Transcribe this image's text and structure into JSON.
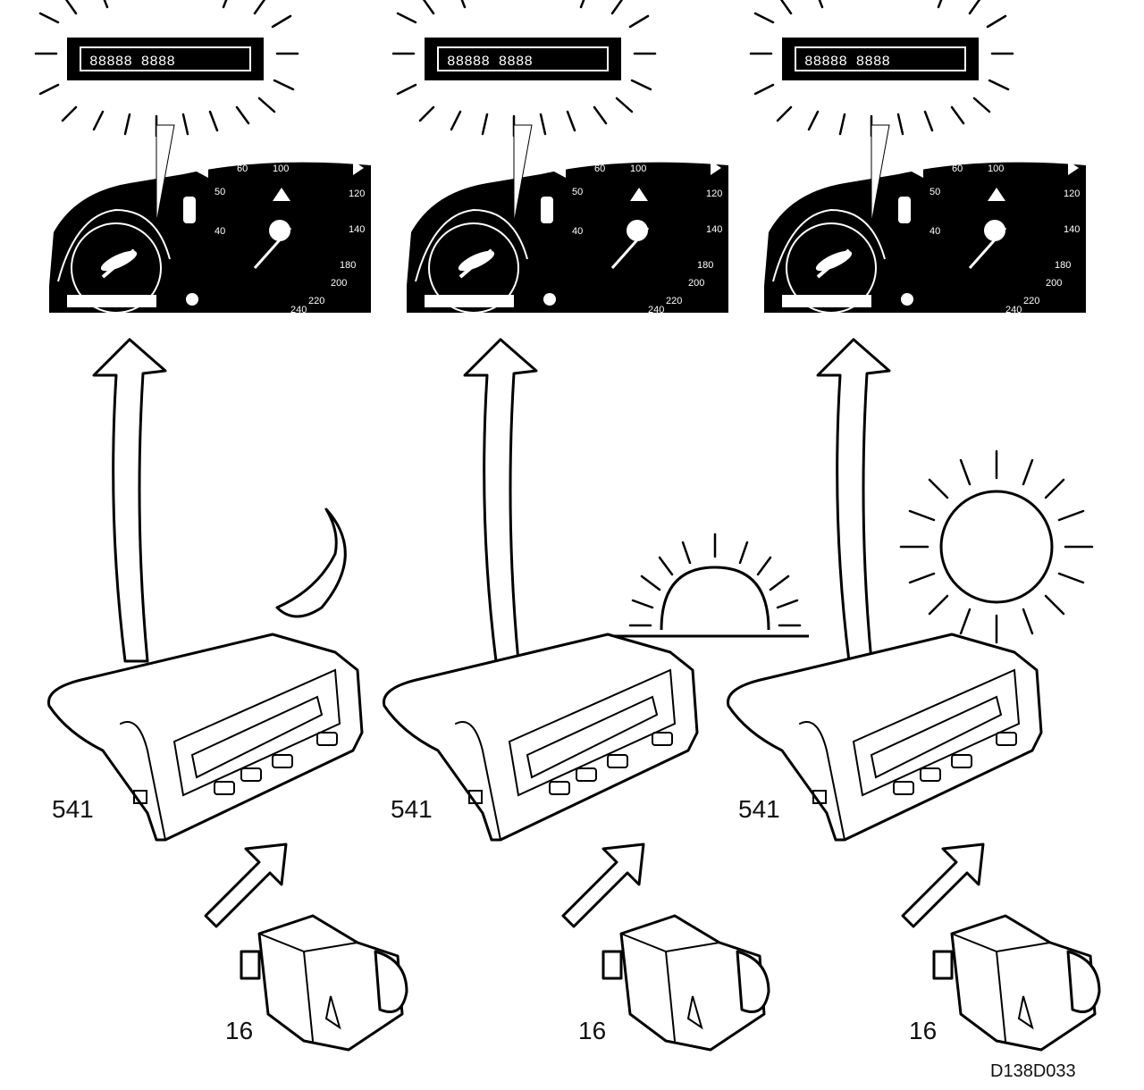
{
  "panels": [
    {
      "condition": "night",
      "control_unit_label": "541",
      "switch_label": "16"
    },
    {
      "condition": "dusk",
      "control_unit_label": "541",
      "switch_label": "16"
    },
    {
      "condition": "day",
      "control_unit_label": "541",
      "switch_label": "16"
    }
  ],
  "figure_ref": "D138D033",
  "icons": [
    "moon-icon",
    "setting-sun-icon",
    "sun-icon"
  ],
  "colors": {
    "ink": "#000000",
    "paper": "#ffffff"
  }
}
